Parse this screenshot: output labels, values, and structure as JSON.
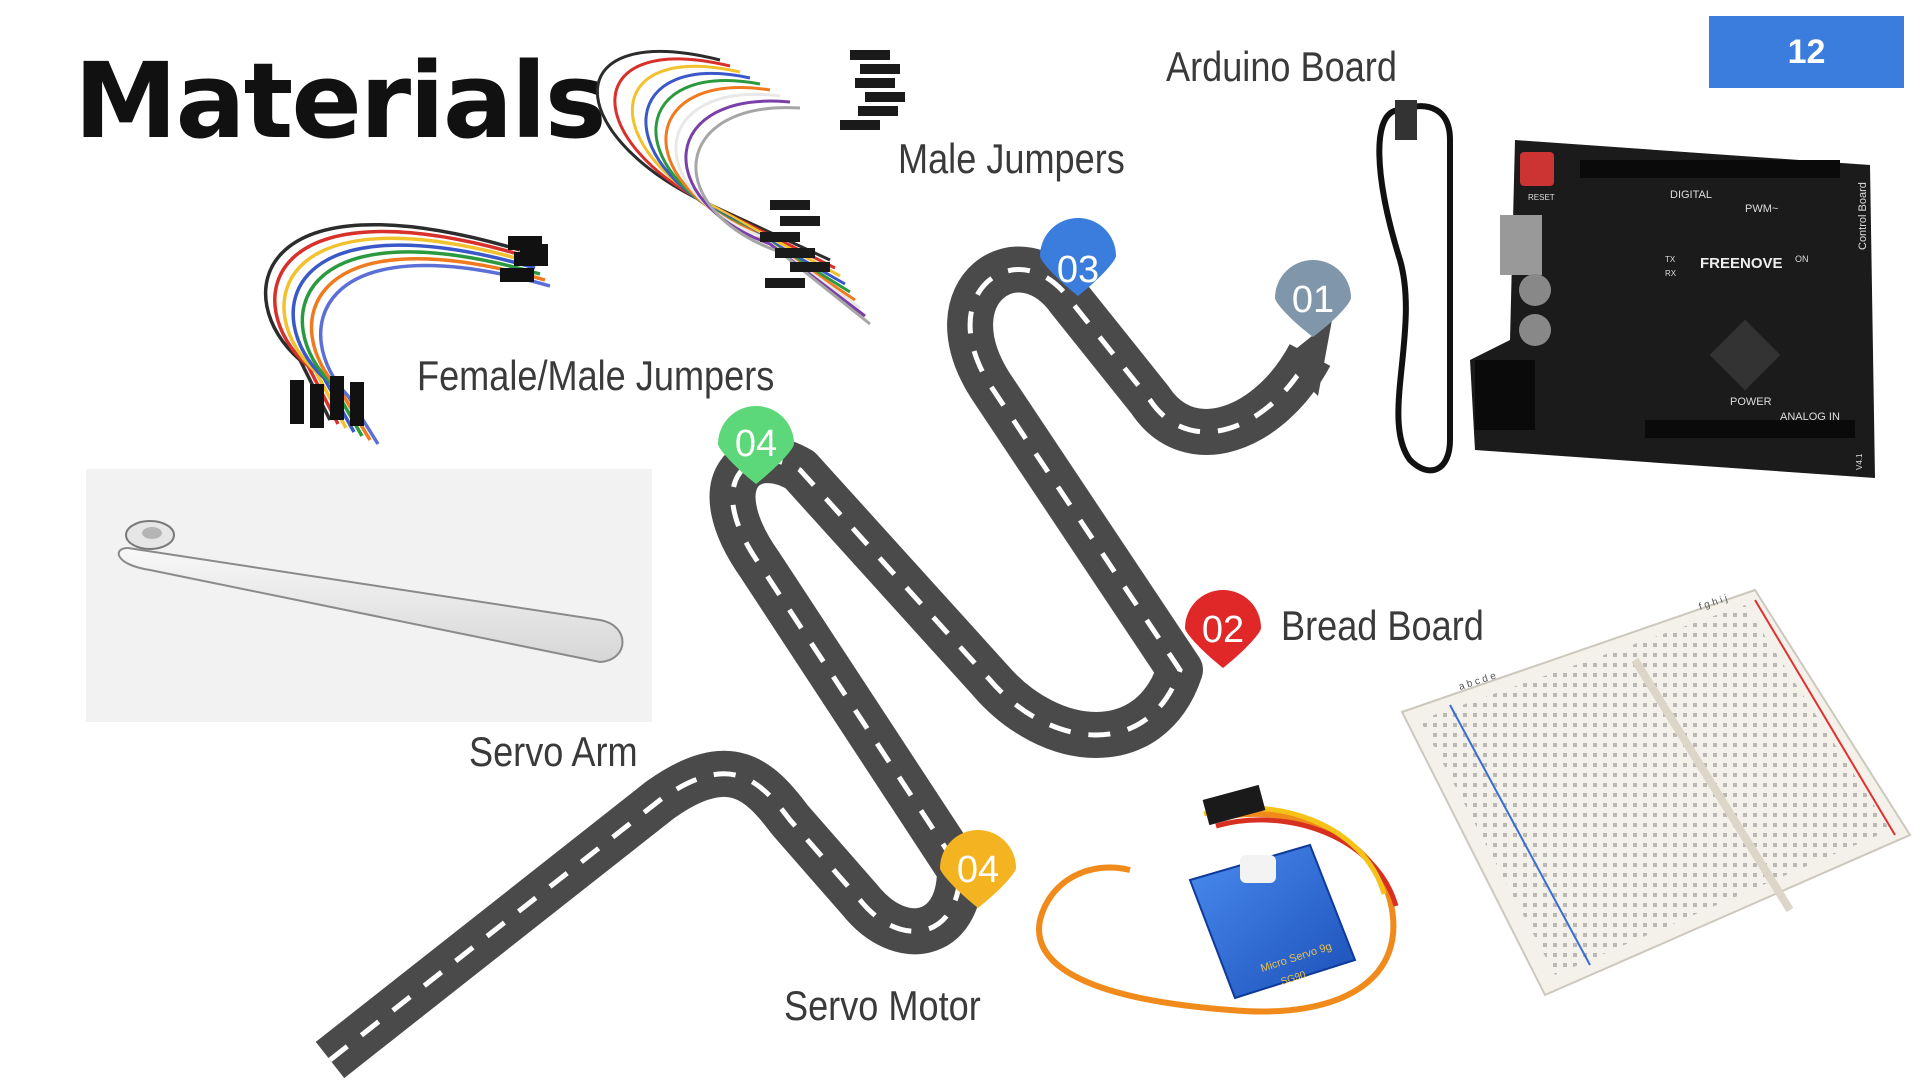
{
  "slide": {
    "title": "Materials",
    "page_number": "12"
  },
  "labels": {
    "arduino_board": "Arduino Board",
    "male_jumpers": "Male Jumpers",
    "female_male_jumpers": "Female/Male Jumpers",
    "bread_board": "Bread Board",
    "servo_arm": "Servo Arm",
    "servo_motor": "Servo Motor"
  },
  "markers": [
    {
      "label": "01",
      "color": "#8097ab"
    },
    {
      "label": "02",
      "color": "#e02828"
    },
    {
      "label": "03",
      "color": "#3b7ddd"
    },
    {
      "label": "04",
      "color": "#5cd87a"
    },
    {
      "label": "04",
      "color": "#f4b320"
    }
  ],
  "board_text": {
    "brand": "FREENOVE",
    "digital": "DIGITAL",
    "pwm": "PWM~",
    "power": "POWER",
    "analog_in": "ANALOG IN",
    "control_board": "Control Board",
    "reset": "RESET",
    "on": "ON",
    "tx": "TX",
    "rx": "RX",
    "version": "V4.1"
  },
  "servo_text": {
    "brand": "Micro Servo 9g",
    "model": "SG90"
  },
  "breadboard_text": {
    "columns_left": "a b c d e",
    "columns_right": "f g h i j"
  },
  "colors": {
    "road": "#4a4a4a",
    "road_dash": "#ffffff",
    "page_badge": "#3b7ddd"
  }
}
